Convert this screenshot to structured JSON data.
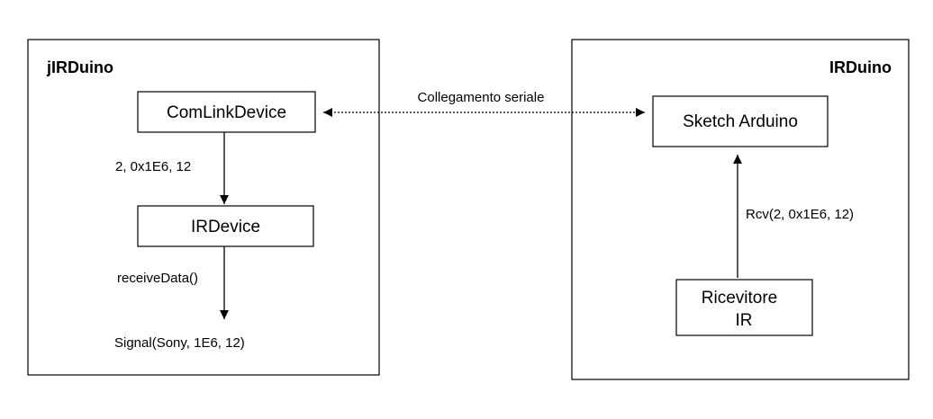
{
  "containers": {
    "left": {
      "title": "jIRDuino"
    },
    "right": {
      "title": "IRDuino"
    }
  },
  "nodes": {
    "comlink": {
      "label": "ComLinkDevice"
    },
    "irdevice": {
      "label": "IRDevice"
    },
    "sketch": {
      "label": "Sketch Arduino"
    },
    "ricevitore": {
      "line1": "Ricevitore",
      "line2": "IR"
    }
  },
  "labels": {
    "serial_link": "Collegamento seriale",
    "comlink_to_irdevice": "2, 0x1E6, 12",
    "receive_data": "receiveData()",
    "signal": "Signal(Sony, 1E6, 12)",
    "rcv": "Rcv(2, 0x1E6, 12)"
  }
}
